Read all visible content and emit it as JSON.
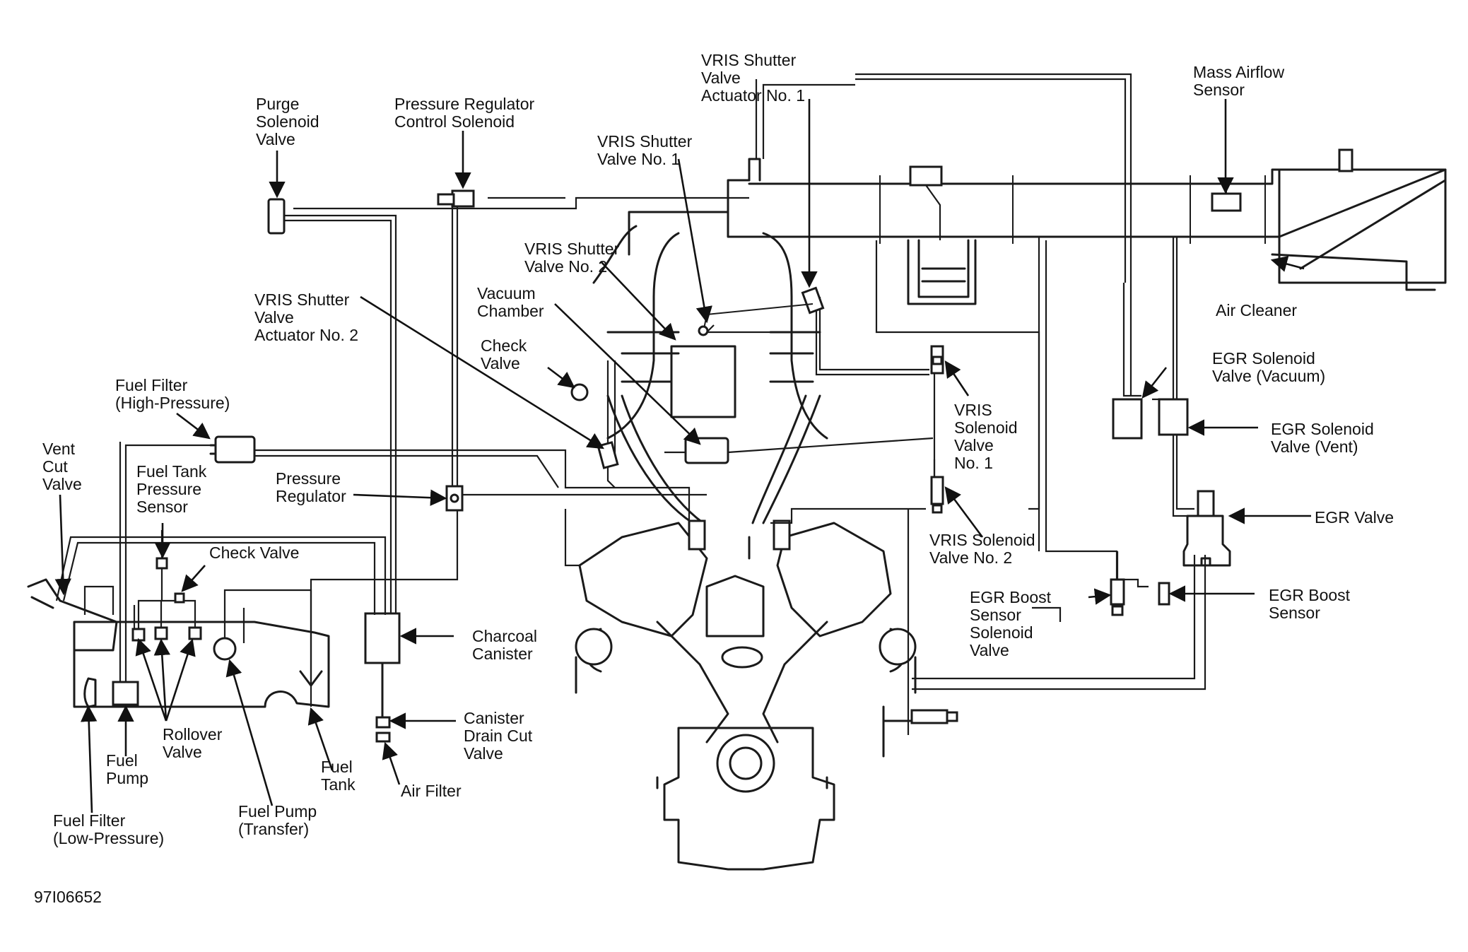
{
  "labels": {
    "purge_solenoid": "Purge\nSolenoid\nValve",
    "pressure_regulator_control": "Pressure Regulator\nControl Solenoid",
    "vris_actuator_1": "VRIS Shutter\nValve\nActuator No. 1",
    "mass_airflow": "Mass Airflow\nSensor",
    "vris_shutter_1": "VRIS Shutter\nValve No. 1",
    "vris_shutter_2": "VRIS Shutter\nValve No. 2",
    "vacuum_chamber": "Vacuum\nChamber",
    "vris_actuator_2": "VRIS Shutter\nValve\nActuator No. 2",
    "check_valve_upper": "Check\nValve",
    "air_cleaner": "Air Cleaner",
    "egr_solenoid_vacuum": "EGR Solenoid\nValve (Vacuum)",
    "fuel_filter_high": "Fuel Filter\n(High-Pressure)",
    "vris_solenoid_1": "VRIS\nSolenoid\nValve\nNo. 1",
    "egr_solenoid_vent": "EGR Solenoid\nValve (Vent)",
    "vent_cut": "Vent\nCut\nValve",
    "fuel_tank_pressure": "Fuel Tank\nPressure\nSensor",
    "pressure_regulator": "Pressure\nRegulator",
    "egr_valve": "EGR Valve",
    "vris_solenoid_2": "VRIS Solenoid\nValve No. 2",
    "check_valve_lower": "Check Valve",
    "egr_boost_solenoid": "EGR Boost\nSensor\nSolenoid\nValve",
    "egr_boost_sensor": "EGR Boost\nSensor",
    "charcoal_canister": "Charcoal\nCanister",
    "canister_drain": "Canister\nDrain Cut\nValve",
    "rollover": "Rollover\nValve",
    "fuel_pump": "Fuel\nPump",
    "fuel_tank": "Fuel\nTank",
    "air_filter": "Air Filter",
    "fuel_filter_low": "Fuel Filter\n(Low-Pressure)",
    "fuel_pump_transfer": "Fuel Pump\n(Transfer)",
    "figure_id": "97I06652"
  }
}
